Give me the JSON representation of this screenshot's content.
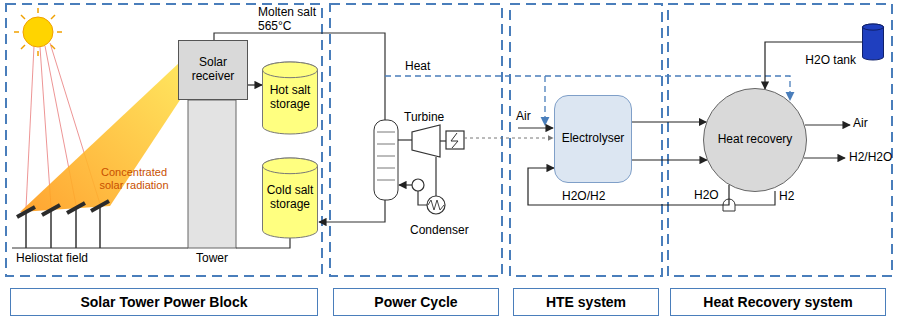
{
  "diagram": {
    "nodes": [
      {
        "text": [
          "Solar receiver"
        ]
      },
      {
        "text": [
          "Hot salt storage"
        ]
      },
      {
        "text": [
          "Cold salt storage"
        ]
      },
      {
        "text": [
          "Electrolyser"
        ]
      },
      {
        "text": [
          "Heat recovery"
        ]
      },
      {
        "text": [
          "H2O tank"
        ]
      },
      {
        "text": [
          "Solar Tower Power Block"
        ]
      },
      {
        "text": [
          "Power Cycle"
        ]
      },
      {
        "text": [
          "HTE system"
        ]
      },
      {
        "text": [
          "Heat Recovery system"
        ]
      }
    ],
    "edges": [
      {
        "from": 0,
        "to": 1,
        "arrow": "to"
      },
      {
        "from": 3,
        "to": 4,
        "arrow": "to"
      },
      {
        "from": 3,
        "to": 4,
        "arrow": "to"
      },
      {
        "from": 5,
        "to": 4,
        "arrow": "to"
      },
      {
        "from": 4,
        "to": 3,
        "label": "H2O/H2",
        "arrow": "to"
      }
    ],
    "labels": [
      "Molten salt 565°C",
      "Heat",
      "Turbine",
      "Condenser",
      "Air",
      "Air",
      "H2/H2O",
      "H2O",
      "H2",
      "Concentrated solar radiation",
      "Heliostat field",
      "Tower"
    ]
  }
}
